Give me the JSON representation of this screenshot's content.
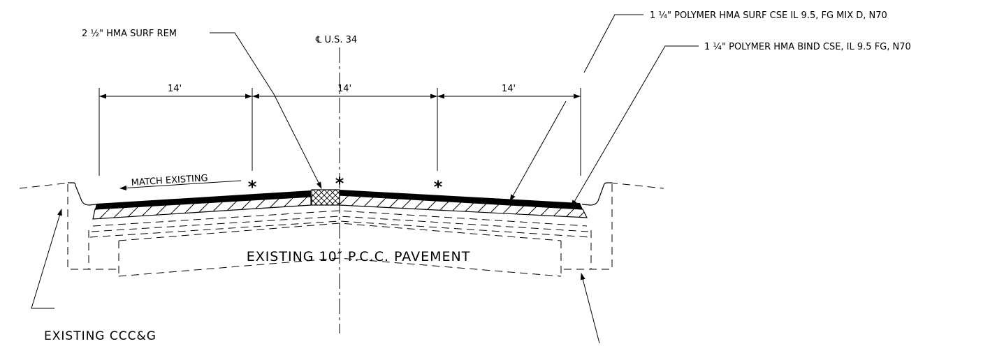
{
  "labels": {
    "hma_removal": "2 ½\" HMA SURF REM",
    "centerline": "℄ U.S. 34",
    "surface_course": "1 ¼\" POLYMER HMA SURF CSE IL 9.5, FG MIX D, N70",
    "binder_course": "1 ¼\" POLYMER HMA BIND CSE, IL 9.5 FG, N70",
    "match_existing": "MATCH EXISTING",
    "existing_pavement": "EXISTING 10″ P.C.C. PAVEMENT",
    "existing_curb": "EXISTING CCC&G"
  },
  "dimensions": {
    "left_lane": "14'",
    "center_lane": "14'",
    "right_lane": "14'"
  },
  "markers": {
    "asterisk": "*"
  }
}
